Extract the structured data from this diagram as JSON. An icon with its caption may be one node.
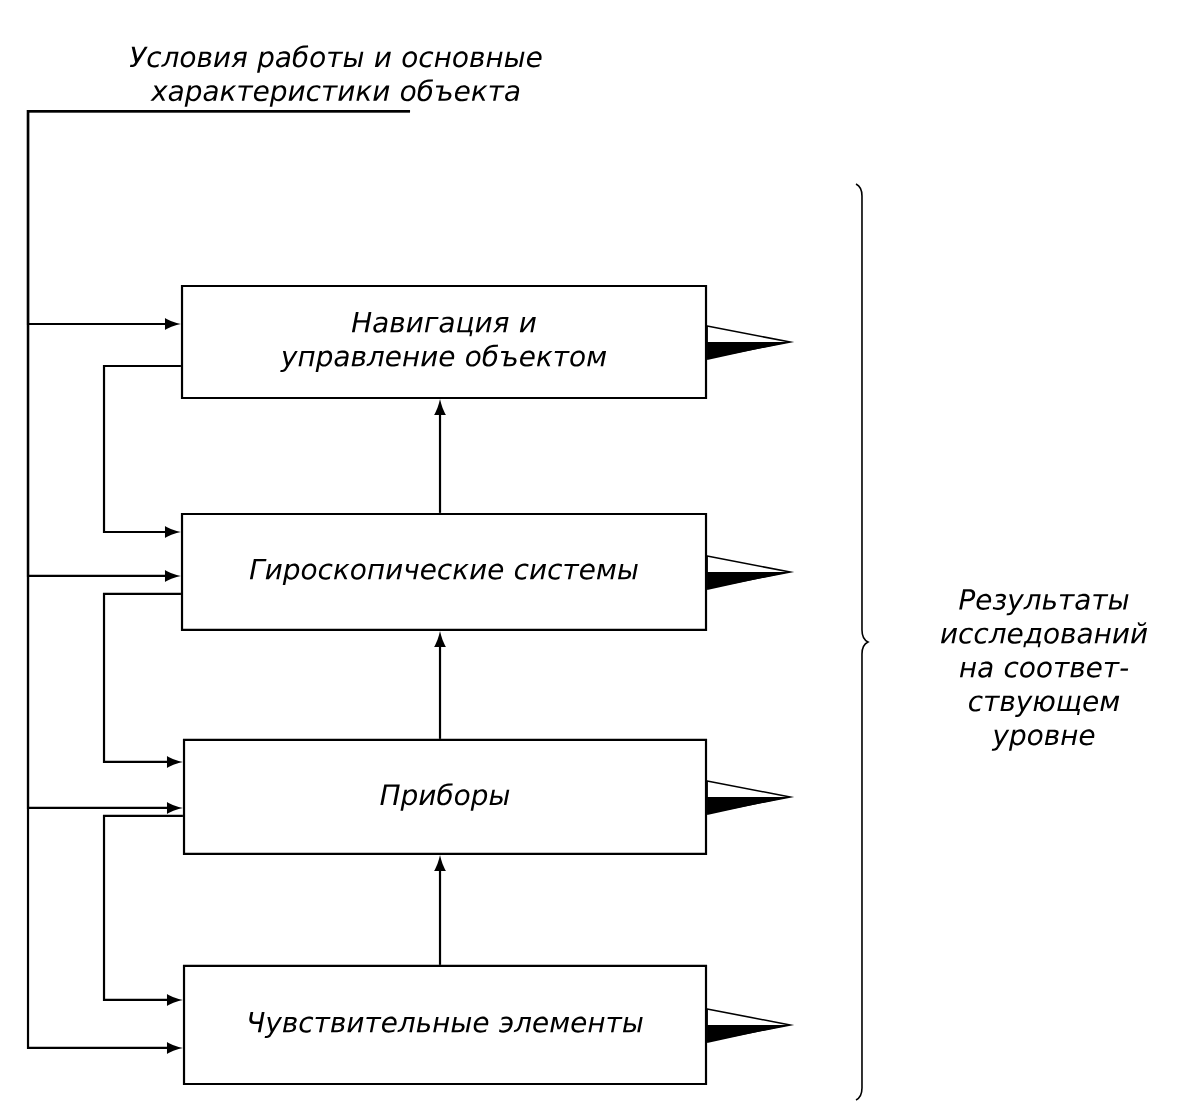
{
  "diagram": {
    "nodes": [
      {
        "text": [
          "Условия работы и основные характеристики объекта"
        ]
      },
      {
        "text": [
          "Навигация и управление объектом"
        ]
      },
      {
        "text": [
          "Гироскопические системы"
        ]
      },
      {
        "text": [
          "Приборы"
        ]
      },
      {
        "text": [
          "Чувствительные элементы"
        ]
      }
    ],
    "edges": [
      {
        "from": 0,
        "to": 1,
        "arrow": "to"
      },
      {
        "from": 0,
        "to": 2,
        "arrow": "to"
      },
      {
        "from": 0,
        "to": 3,
        "arrow": "to"
      },
      {
        "from": 0,
        "to": 4,
        "arrow": "to"
      },
      {
        "from": 4,
        "to": 3,
        "arrow": "to"
      },
      {
        "from": 3,
        "to": 2,
        "arrow": "to"
      },
      {
        "from": 2,
        "to": 1,
        "arrow": "to"
      },
      {
        "from": 1,
        "to": 2,
        "arrow": "to"
      },
      {
        "from": 2,
        "to": 3,
        "arrow": "to"
      },
      {
        "from": 3,
        "to": 4,
        "arrow": "to"
      },
      {
        "from": 1,
        "to": null,
        "arrow": "to"
      },
      {
        "from": 2,
        "to": null,
        "arrow": "to"
      },
      {
        "from": 3,
        "to": null,
        "arrow": "to"
      },
      {
        "from": 4,
        "to": null,
        "arrow": "to"
      }
    ],
    "labels": [
      "Результаты исследований на соответ- ствующем уровне"
    ]
  }
}
